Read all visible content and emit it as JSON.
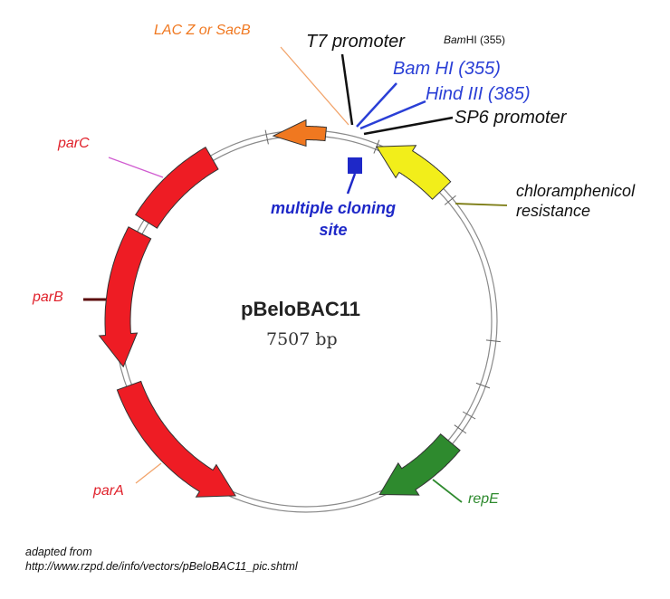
{
  "plasmid": {
    "name": "pBeloBAC11",
    "size": "7507 bp"
  },
  "features": {
    "lacz": {
      "label": "LAC Z or SacB",
      "color": "#f07820"
    },
    "t7": {
      "label": "T7 promoter",
      "color": "#111111"
    },
    "bamhi_small": {
      "label_enzyme": "Bam",
      "label_rest": "HI (355)",
      "color": "#111111"
    },
    "bamhi": {
      "label": "Bam HI (355)",
      "color": "#2a3fd6"
    },
    "hindiii": {
      "label": "Hind III (385)",
      "color": "#2a3fd6"
    },
    "sp6": {
      "label": "SP6 promoter",
      "color": "#111111"
    },
    "mcs": {
      "line1": "multiple cloning",
      "line2": "site",
      "color": "#1e28c8"
    },
    "cm": {
      "line1": "chloramphenicol",
      "line2": "resistance",
      "color": "#f2ee1a"
    },
    "repe": {
      "label": "repE",
      "color": "#2e8a2e"
    },
    "para": {
      "label": "parA",
      "color": "#ee1c24"
    },
    "parb": {
      "label": "parB",
      "color": "#ee1c24"
    },
    "parc": {
      "label": "parC",
      "color": "#ee1c24"
    }
  },
  "credit": {
    "line1": "adapted from",
    "line2": "http://www.rzpd.de/info/vectors/pBeloBAC11_pic.shtml"
  }
}
